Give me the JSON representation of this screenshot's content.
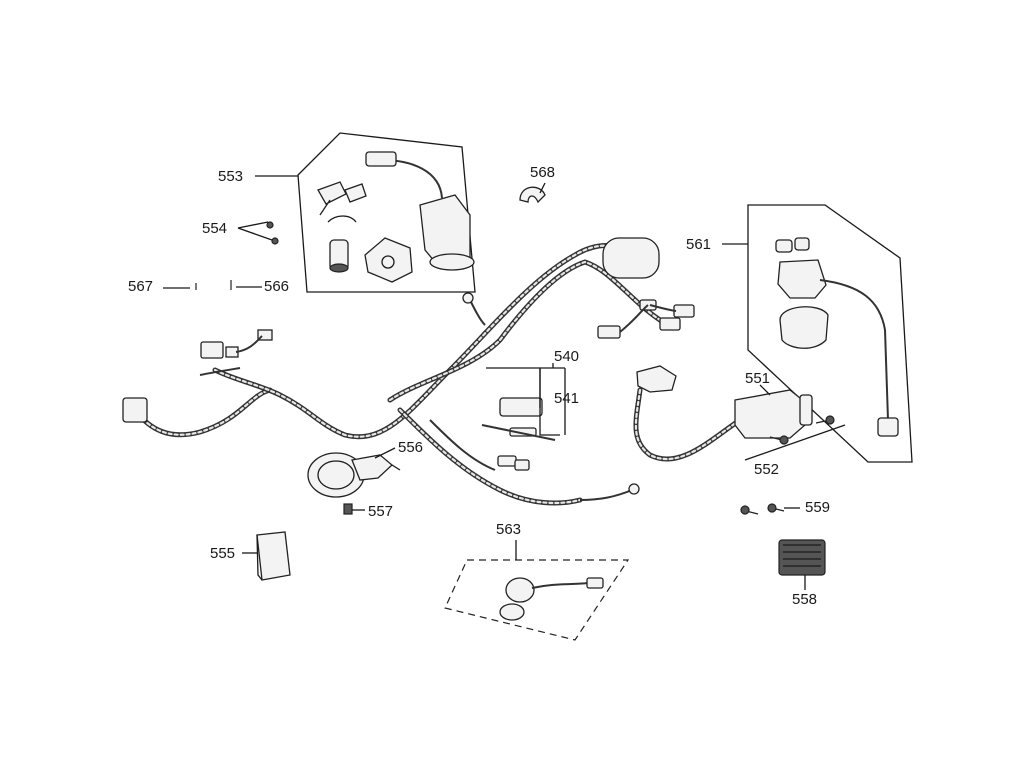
{
  "labels": {
    "p540": "540",
    "p541": "541",
    "p551": "551",
    "p552": "552",
    "p553": "553",
    "p554": "554",
    "p555": "555",
    "p556": "556",
    "p557": "557",
    "p558": "558",
    "p559": "559",
    "p561": "561",
    "p563": "563",
    "p566": "566",
    "p567": "567",
    "p568": "568"
  }
}
